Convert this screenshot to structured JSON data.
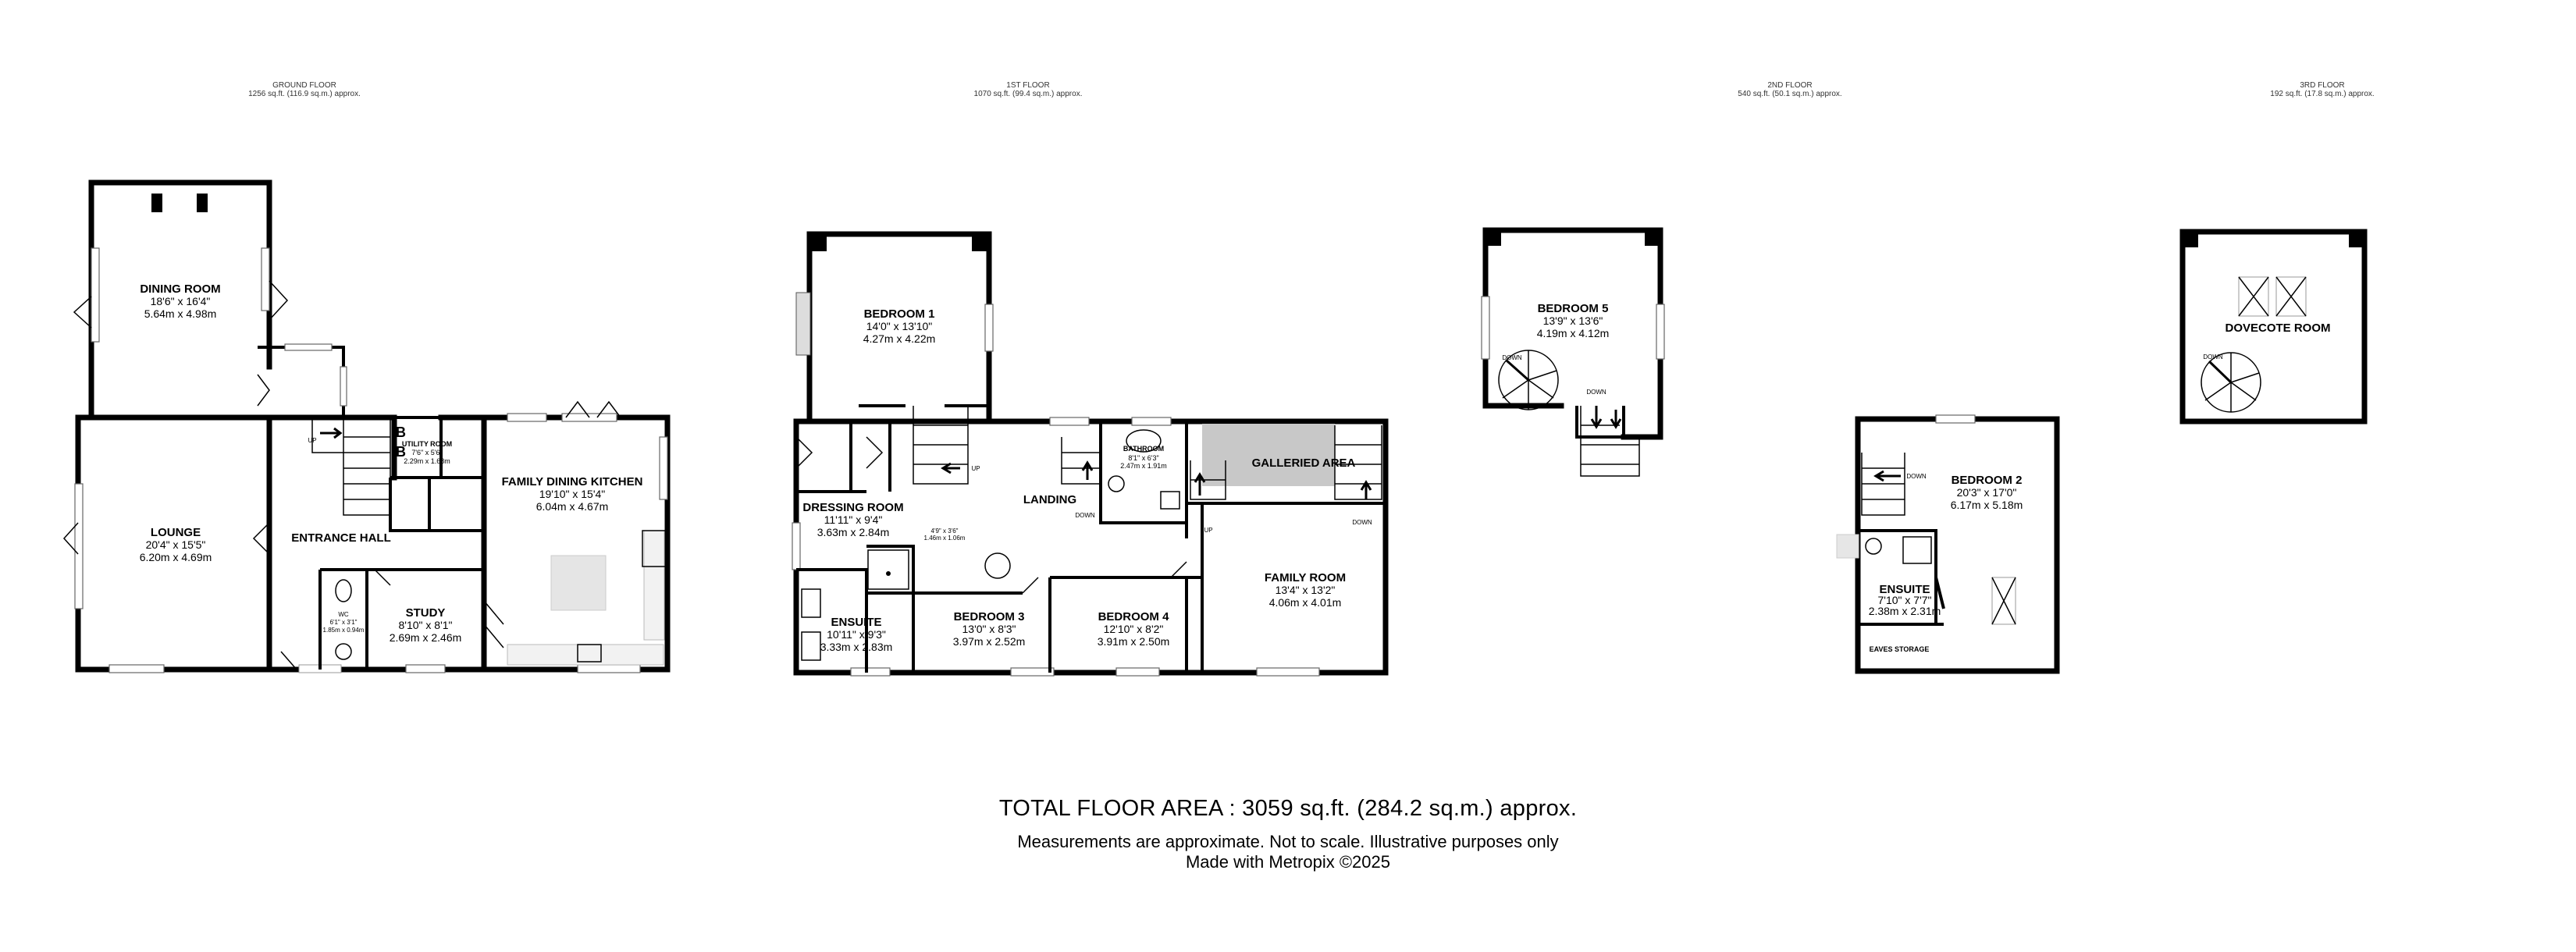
{
  "floors": [
    {
      "name": "GROUND FLOOR",
      "area": "1256 sq.ft. (116.9 sq.m.) approx."
    },
    {
      "name": "1ST FLOOR",
      "area": "1070 sq.ft. (99.4 sq.m.) approx."
    },
    {
      "name": "2ND FLOOR",
      "area": "540 sq.ft. (50.1 sq.m.) approx."
    },
    {
      "name": "3RD FLOOR",
      "area": "192 sq.ft. (17.8 sq.m.) approx."
    }
  ],
  "rooms": {
    "dining_room": {
      "name": "DINING ROOM",
      "imperial": "18'6\" x 16'4\"",
      "metric": "5.64m x 4.98m"
    },
    "lounge": {
      "name": "LOUNGE",
      "imperial": "20'4\" x 15'5\"",
      "metric": "6.20m x 4.69m"
    },
    "entrance_hall": {
      "name": "ENTRANCE HALL"
    },
    "utility_room": {
      "name": "UTILITY ROOM",
      "imperial": "7'6\" x 5'6\"",
      "metric": "2.29m x 1.68m"
    },
    "family_dining_kitchen": {
      "name": "FAMILY DINING KITCHEN",
      "imperial": "19'10\" x 15'4\"",
      "metric": "6.04m x 4.67m"
    },
    "study": {
      "name": "STUDY",
      "imperial": "8'10\" x 8'1\"",
      "metric": "2.69m x 2.46m"
    },
    "wc": {
      "name": "WC",
      "imperial": "6'1\" x 3'1\"",
      "metric": "1.85m x 0.94m"
    },
    "bedroom_1": {
      "name": "BEDROOM 1",
      "imperial": "14'0\" x 13'10\"",
      "metric": "4.27m x 4.22m"
    },
    "dressing_room": {
      "name": "DRESSING ROOM",
      "imperial": "11'11\" x 9'4\"",
      "metric": "3.63m x 2.84m"
    },
    "small_store": {
      "imperial": "4'9\" x 3'6\"",
      "metric": "1.46m x 1.06m"
    },
    "ensuite_1": {
      "name": "ENSUITE",
      "imperial": "10'11\" x 9'3\"",
      "metric": "3.33m x 2.83m"
    },
    "landing": {
      "name": "LANDING"
    },
    "bathroom": {
      "name": "BATHROOM",
      "imperial": "8'1\" x 6'3\"",
      "metric": "2.47m x 1.91m"
    },
    "galleried_area": {
      "name": "GALLERIED AREA"
    },
    "bedroom_3": {
      "name": "BEDROOM 3",
      "imperial": "13'0\" x 8'3\"",
      "metric": "3.97m x 2.52m"
    },
    "bedroom_4": {
      "name": "BEDROOM 4",
      "imperial": "12'10\" x 8'2\"",
      "metric": "3.91m x 2.50m"
    },
    "family_room": {
      "name": "FAMILY ROOM",
      "imperial": "13'4\" x 13'2\"",
      "metric": "4.06m x 4.01m"
    },
    "bedroom_5": {
      "name": "BEDROOM 5",
      "imperial": "13'9\" x 13'6\"",
      "metric": "4.19m x 4.12m"
    },
    "bedroom_2": {
      "name": "BEDROOM 2",
      "imperial": "20'3\" x 17'0\"",
      "metric": "6.17m x 5.18m"
    },
    "ensuite_2": {
      "name": "ENSUITE",
      "imperial": "7'10\" x 7'7\"",
      "metric": "2.38m x 2.31m"
    },
    "eaves_storage": {
      "name": "EAVES STORAGE"
    },
    "dovecote_room": {
      "name": "DOVECOTE ROOM"
    }
  },
  "markers": {
    "up": "UP",
    "down": "DOWN",
    "boiler": "B"
  },
  "footer": {
    "total_area": "TOTAL FLOOR AREA : 3059 sq.ft. (284.2 sq.m.) approx.",
    "disclaimer": "Measurements are approximate.  Not to scale.  Illustrative purposes only",
    "credit": "Made with Metropix ©2025"
  }
}
